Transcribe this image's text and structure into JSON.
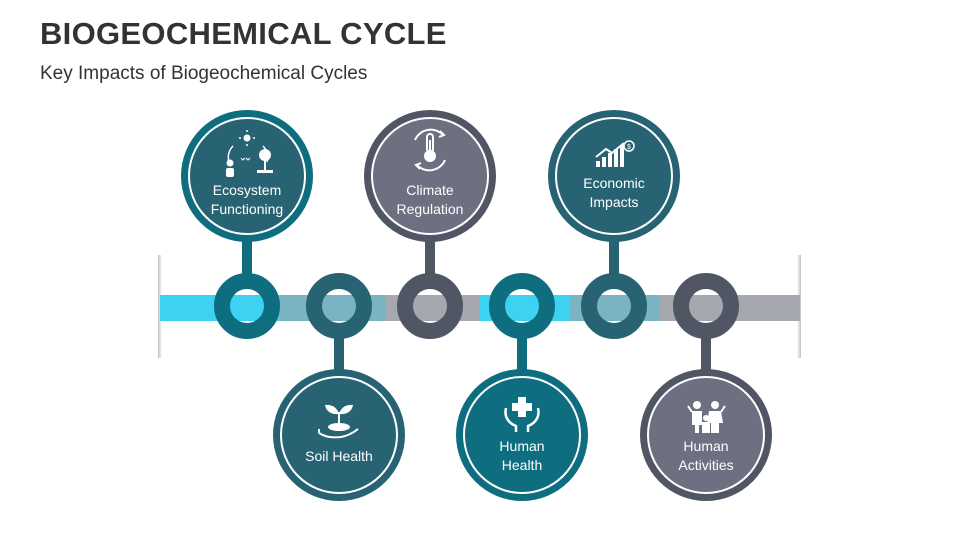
{
  "slide": {
    "title": "BIOGEOCHEMICAL CYCLE",
    "subtitle": "Key Impacts of Biogeochemical Cycles"
  },
  "colors": {
    "teal_dark": "#0e6e80",
    "teal_mid": "#276373",
    "slate": "#515664",
    "slate_light": "#6d7080",
    "cyan": "#3dd1f2",
    "steel": "#7ab3c2",
    "grey": "#a6a8b0"
  },
  "nodes": [
    {
      "id": "ecosystem",
      "label_line1": "Ecosystem",
      "label_line2": "Functioning",
      "icon": "ecosystem-icon"
    },
    {
      "id": "soil",
      "label_line1": "Soil Health",
      "label_line2": "",
      "icon": "seedling-hand-icon"
    },
    {
      "id": "climate",
      "label_line1": "Climate",
      "label_line2": "Regulation",
      "icon": "thermometer-cycle-icon"
    },
    {
      "id": "human-health",
      "label_line1": "Human",
      "label_line2": "Health",
      "icon": "medical-cross-hands-icon"
    },
    {
      "id": "economic",
      "label_line1": "Economic",
      "label_line2": "Impacts",
      "icon": "growth-chart-icon"
    },
    {
      "id": "human-activities",
      "label_line1": "Human",
      "label_line2": "Activities",
      "icon": "family-icon"
    }
  ]
}
